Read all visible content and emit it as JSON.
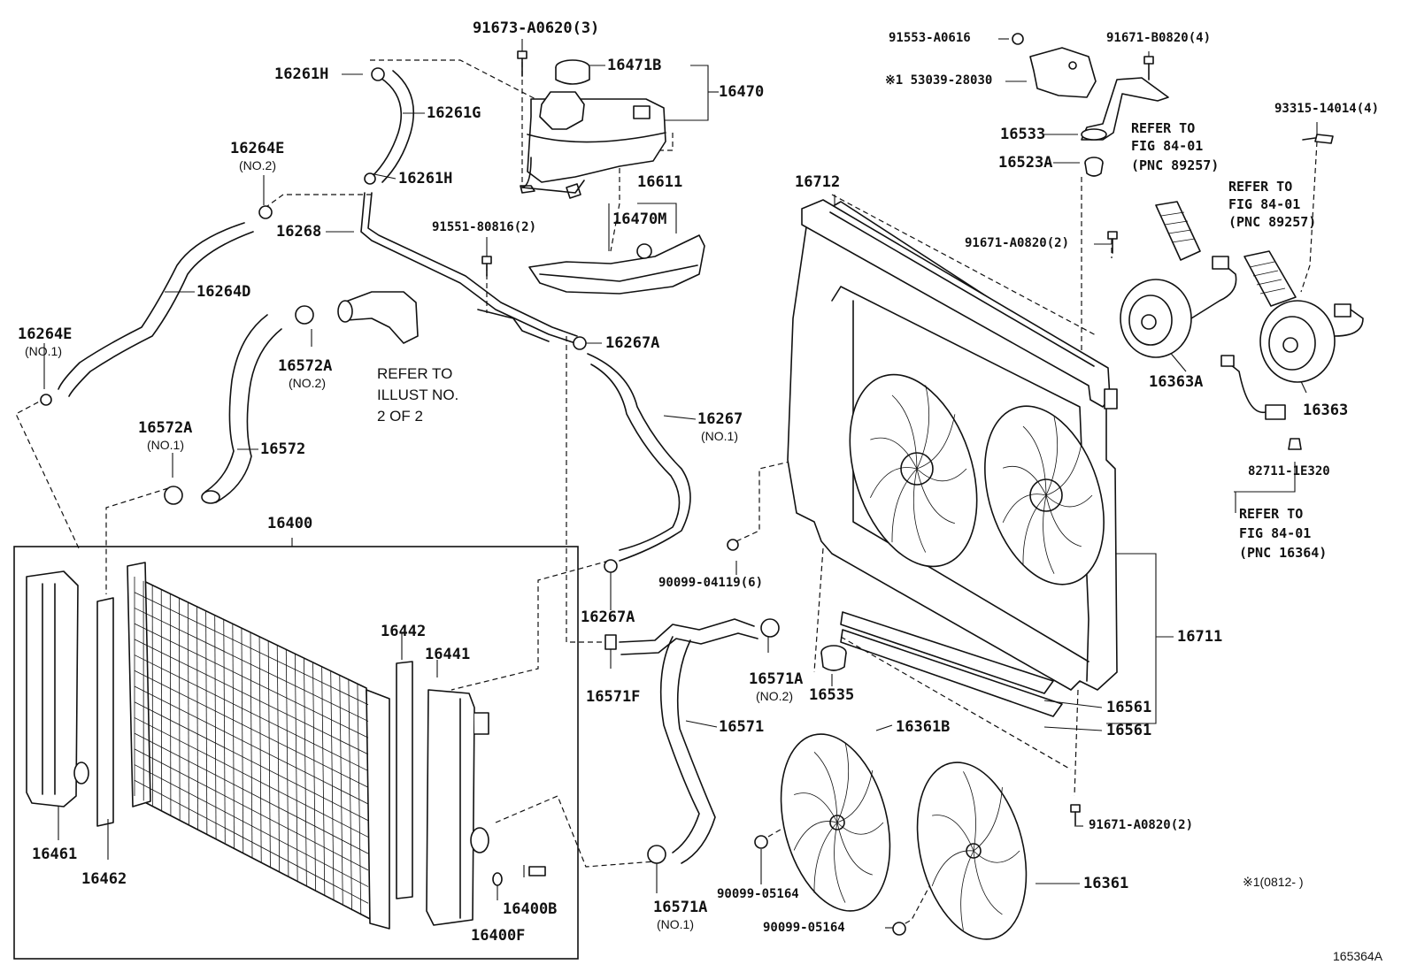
{
  "diagram": {
    "labels": {
      "p91673_a0620": "91673-A0620(3)",
      "p16471b": "16471B",
      "p16470": "16470",
      "p16261h_top": "16261H",
      "p16261g": "16261G",
      "p16261h_mid": "16261H",
      "p16264e_no2": "16264E",
      "p16264e_no2_sub": "(NO.2)",
      "p16268": "16268",
      "p16264d": "16264D",
      "p16264e_no1": "16264E",
      "p16264e_no1_sub": "(NO.1)",
      "p16611": "16611",
      "p16470m": "16470M",
      "p91551_80816": "91551-80816(2)",
      "p16572a_no2": "16572A",
      "p16572a_no2_sub": "(NO.2)",
      "refer_illust_1": "REFER TO",
      "refer_illust_2": "ILLUST NO.",
      "refer_illust_3": "2 OF 2",
      "p16267a_top": "16267A",
      "p16572a_no1": "16572A",
      "p16572a_no1_sub": "(NO.1)",
      "p16572": "16572",
      "p16267": "16267",
      "p16267_sub": "(NO.1)",
      "p16400": "16400",
      "p16267a_bot": "16267A",
      "p16442": "16442",
      "p16441": "16441",
      "p16571f": "16571F",
      "p16571": "16571",
      "p16571a_no2": "16571A",
      "p16571a_no2_sub": "(NO.2)",
      "p16461": "16461",
      "p16462": "16462",
      "p16400b": "16400B",
      "p16400f": "16400F",
      "p16571a_no1": "16571A",
      "p16571a_no1_sub": "(NO.1)",
      "p91553_a0616": "91553-A0616",
      "p53039_28030": "※1 53039-28030",
      "p91671_b0820": "91671-B0820(4)",
      "p16533": "16533",
      "p16523a": "16523A",
      "refer_89257a_1": "REFER TO",
      "refer_89257a_2": "FIG 84-01",
      "refer_89257a_3": "(PNC 89257)",
      "p93315_14014": "93315-14014(4)",
      "refer_89257b_1": "REFER TO",
      "refer_89257b_2": "FIG 84-01",
      "refer_89257b_3": "(PNC 89257)",
      "p16712": "16712",
      "p91671_a0820_top": "91671-A0820(2)",
      "p16363a": "16363A",
      "p16363": "16363",
      "p82711_1e320": "82711-1E320",
      "refer_16364_1": "REFER TO",
      "refer_16364_2": "FIG 84-01",
      "refer_16364_3": "(PNC 16364)",
      "p90099_04119": "90099-04119(6)",
      "p16711": "16711",
      "p16535": "16535",
      "p16561_a": "16561",
      "p16561_b": "16561",
      "p16361b": "16361B",
      "p91671_a0820_bot": "91671-A0820(2)",
      "p90099_05164_a": "90099-05164",
      "p90099_05164_b": "90099-05164",
      "p16361": "16361",
      "note_date": "※1(0812-     )",
      "illus_code": "165364A"
    }
  }
}
